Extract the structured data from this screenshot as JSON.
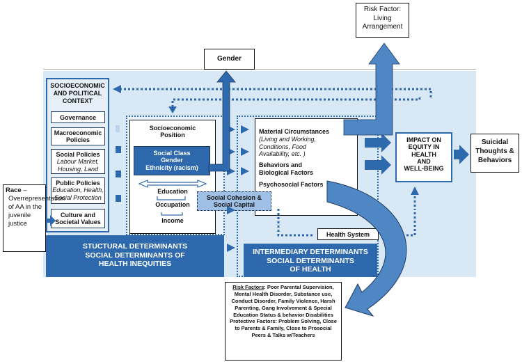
{
  "risk_living": [
    "Risk Factor:",
    "Living",
    "Arrangement"
  ],
  "gender": "Gender",
  "suicidal": [
    "Suicidal",
    "Thoughts &",
    "Behaviors"
  ],
  "race": {
    "title": "Race",
    "dash": " –",
    "text": "Overrepresentation of AA in the juvenile justice"
  },
  "socio_context": {
    "title": [
      "SOCIOECONOMIC",
      "AND POLITICAL",
      "CONTEXT"
    ],
    "governance": "Governance",
    "macro": [
      "Macroeconomic",
      "Policies"
    ],
    "social_pol": {
      "title": "Social Policies",
      "sub": [
        "Labour Market,",
        "Housing, Land"
      ]
    },
    "public_pol": {
      "title": "Public Policies",
      "sub": [
        "Education, Health,",
        "Social Protection"
      ]
    },
    "culture": [
      "Culture and",
      "Societal Values"
    ]
  },
  "socio_position": {
    "title": [
      "Socioeconomic",
      "Position"
    ],
    "class_box": [
      "Social Class",
      "Gender",
      "Ethnicity (racism)"
    ],
    "education": "Education",
    "occupation": "Occupation",
    "income": "Income"
  },
  "cohesion": [
    "Social Cohesion &",
    "Social Capital"
  ],
  "structural": [
    "STUCTURAL DETERMINANTS",
    "SOCIAL DETERMINANTS OF",
    "HEALTH INEQUITIES"
  ],
  "intermediary_box": {
    "material": {
      "title": "Material Circumstances",
      "sub": [
        "(Living and Working,",
        "Conditions, Food",
        "Availability, etc. )"
      ]
    },
    "behaviors": [
      "Behaviors and",
      "Biological Factors"
    ],
    "psychosocial": "Psychosocial Factors"
  },
  "health_system": "Health System",
  "intermediary": [
    "INTERMEDIARY DETERMINANTS",
    "SOCIAL DETERMINANTS",
    "OF HEALTH"
  ],
  "impact": [
    "IMPACT ON",
    "EQUITY IN",
    "HEALTH",
    "AND",
    "WELL-BEING"
  ],
  "risk_factors": {
    "label": "Risk Factors",
    "text": ": Poor Parental Supervision, Mental Health Disorder, Substance use, Conduct Disorder, Family Violence, Harsh Parenting, Gang Involvement & Special Education Status & behavior Disabilities Protective Factors: Problem Solving, Close to Parents & Family, Close to Prosocial Peers & Talks w/Teachers"
  }
}
